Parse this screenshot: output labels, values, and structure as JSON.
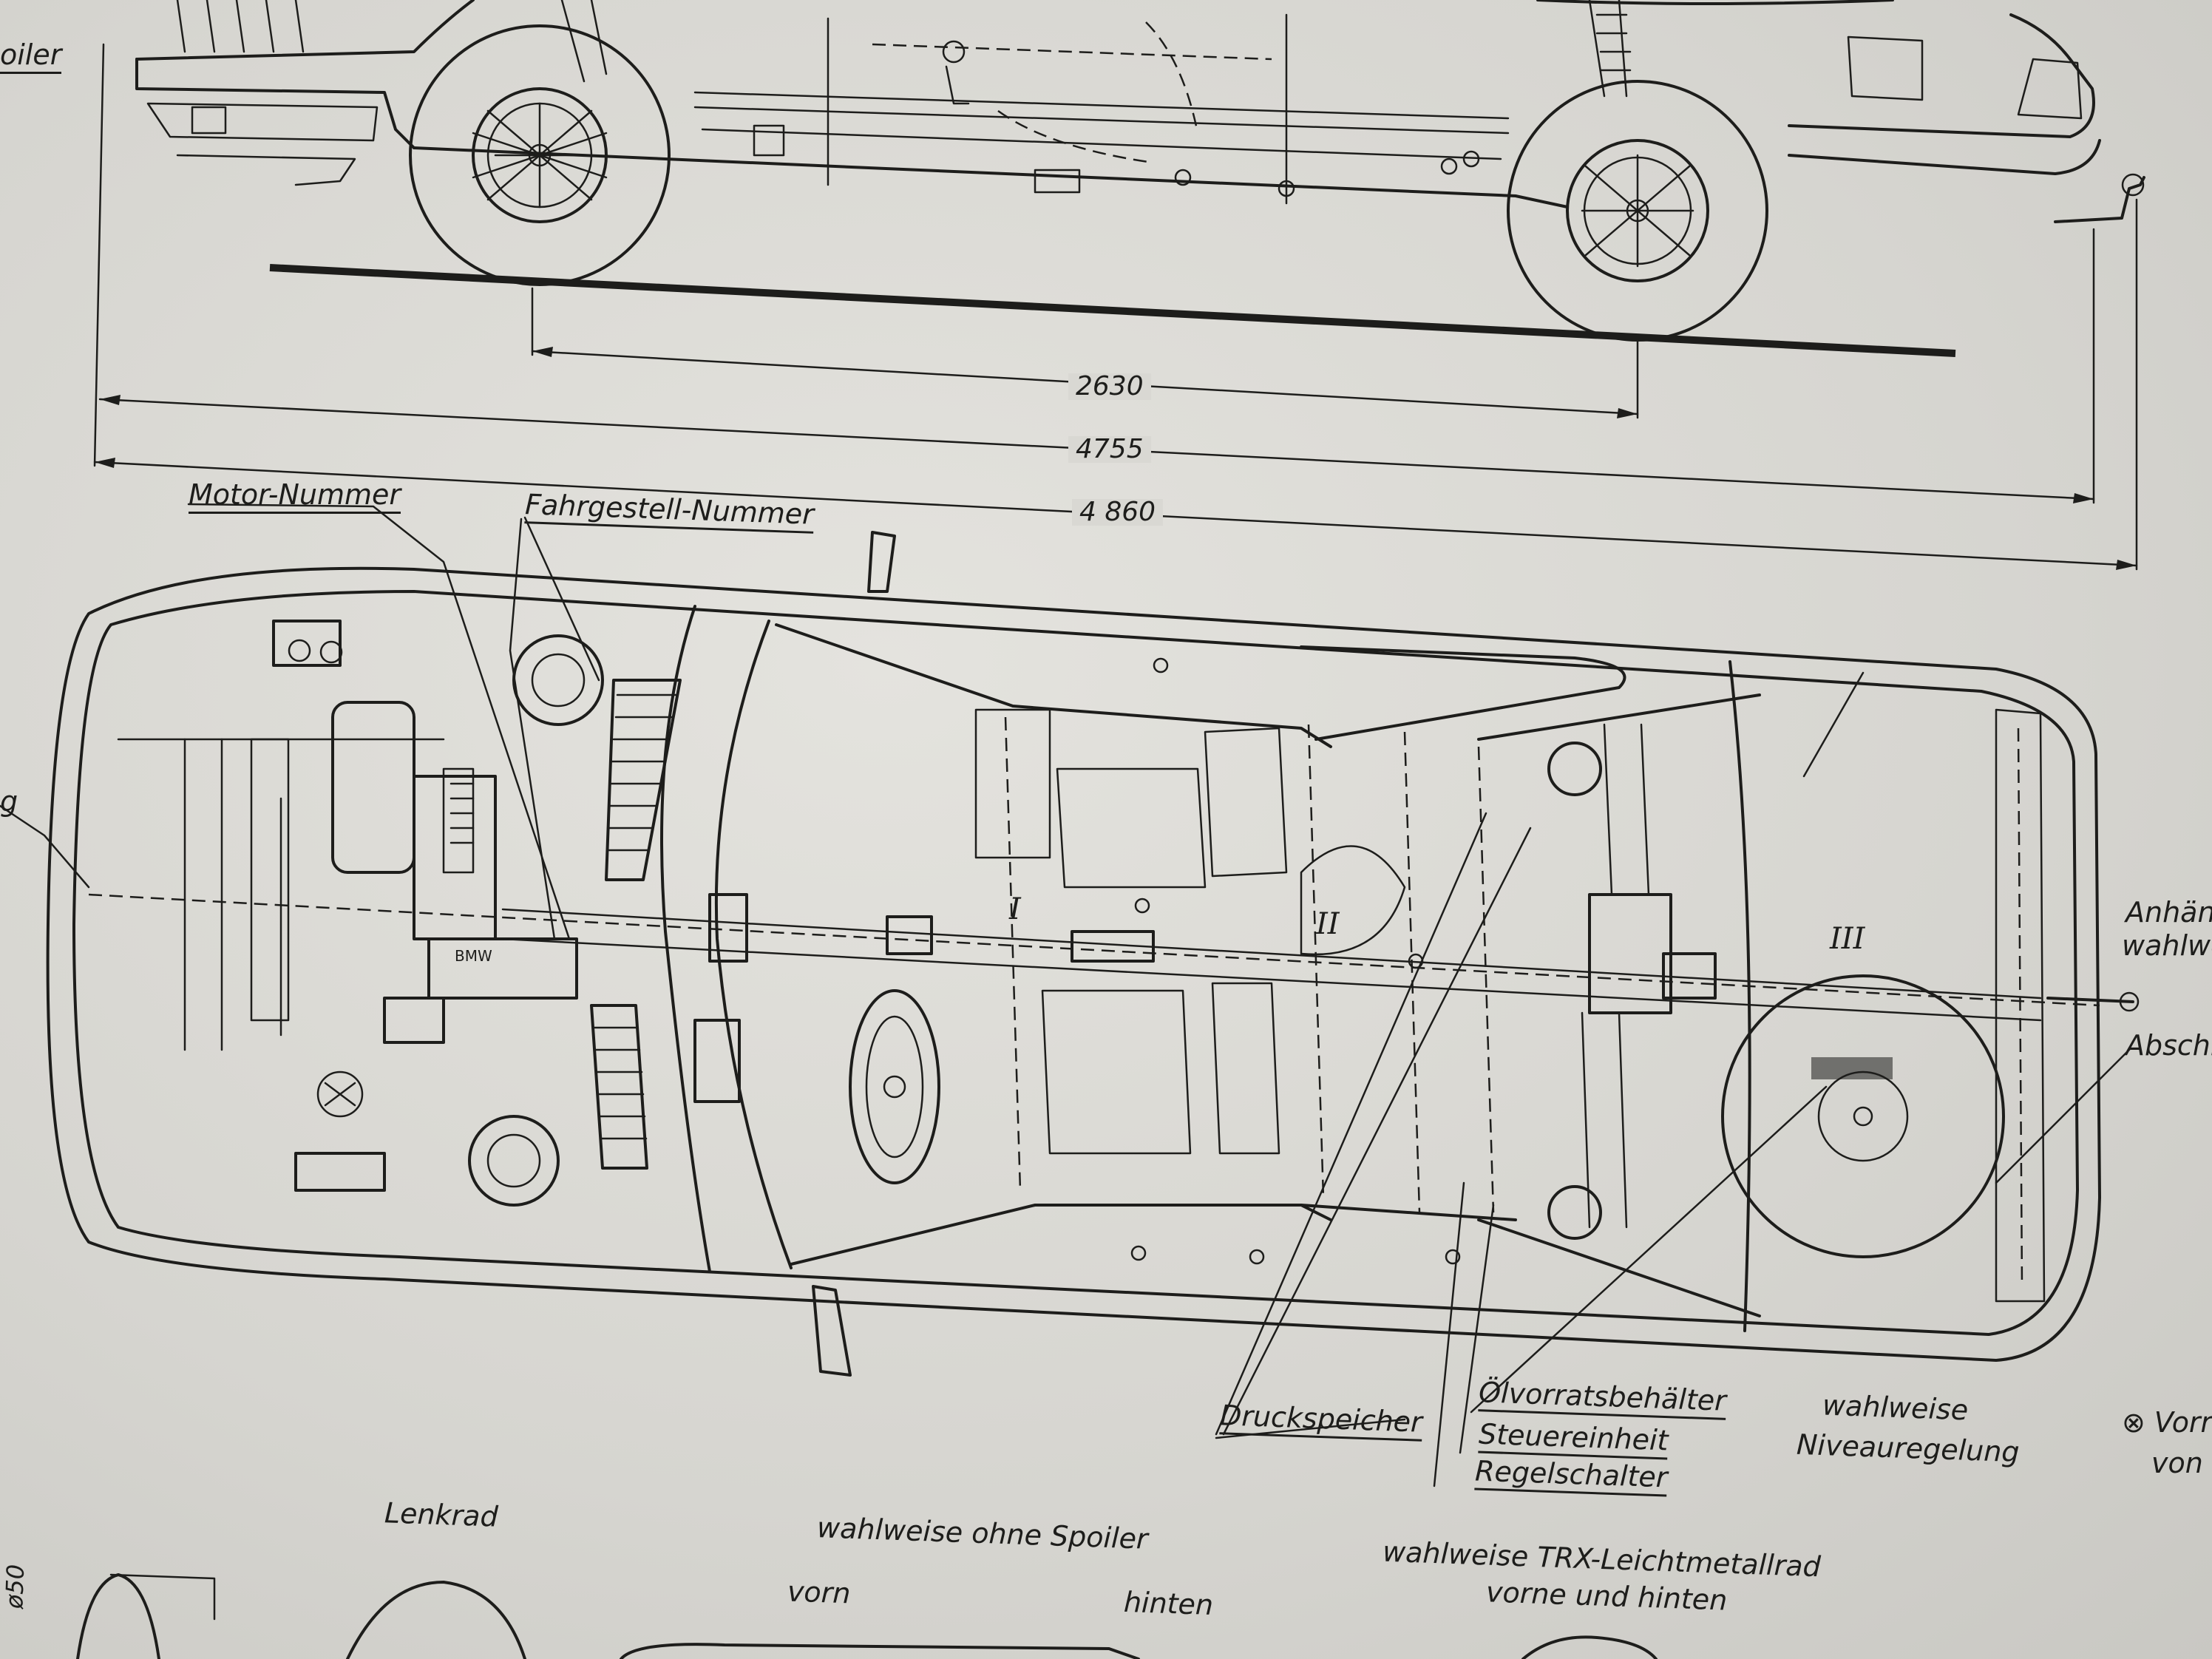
{
  "dimensions": {
    "wheelbase": "2630",
    "length": "4755",
    "length_with_hitch": "4 860"
  },
  "labels_left": {
    "spoiler": "oiler",
    "engine_number": "Motor-Nummer",
    "chassis_number": "Fahrgestell-Nummer",
    "edge_fragment": "g"
  },
  "sections": {
    "s1": "I",
    "s2": "II",
    "s3": "III"
  },
  "labels_right": {
    "hitch_1": "Anhäng",
    "hitch_2": "wahlwe",
    "abschl": "Abschl",
    "vorri": "⊗ Vorri",
    "von": "von"
  },
  "callouts": {
    "accumulator": "Druckspeicher",
    "oil_reservoir": "Ölvorratsbehälter",
    "control_unit": "Steuereinheit",
    "regulator_switch": "Regelschalter",
    "optional_1": "wahlweise",
    "optional_2": "Niveauregelung"
  },
  "bottom": {
    "steering_wheel": "Lenkrad",
    "no_spoiler": "wahlweise ohne Spoiler",
    "front": "vorn",
    "rear": "hinten",
    "trx": "wahlweise TRX-Leichtmetallrad",
    "trx_2": "vorne und hinten",
    "edge_dim": "ø50"
  }
}
